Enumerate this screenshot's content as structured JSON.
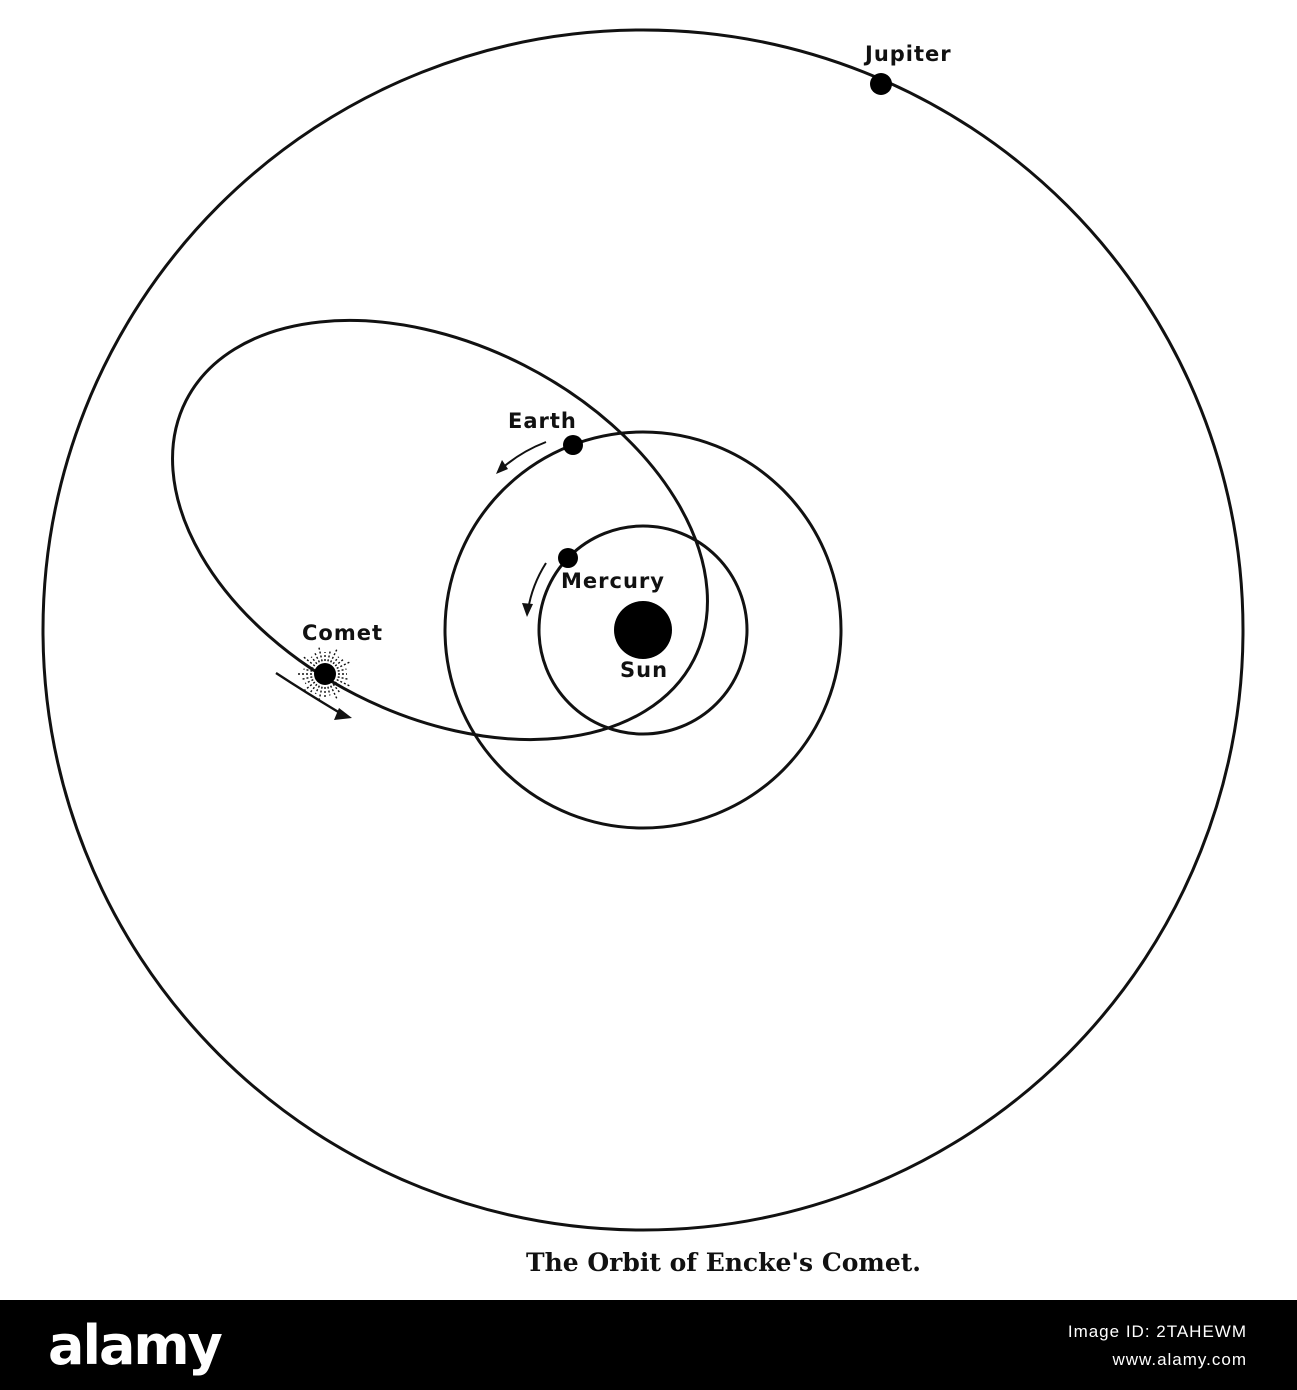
{
  "diagram": {
    "labels": {
      "jupiter": "Jupiter",
      "earth": "Earth",
      "mercury": "Mercury",
      "sun": "Sun",
      "comet": "Comet"
    },
    "caption": "The Orbit of Encke's Comet."
  },
  "watermark": {
    "brand": "alamy",
    "image_id": "Image ID: 2TAHEWM",
    "url": "www.alamy.com"
  },
  "colors": {
    "ink": "#111111",
    "paper": "#ffffff",
    "bar": "#000000"
  }
}
